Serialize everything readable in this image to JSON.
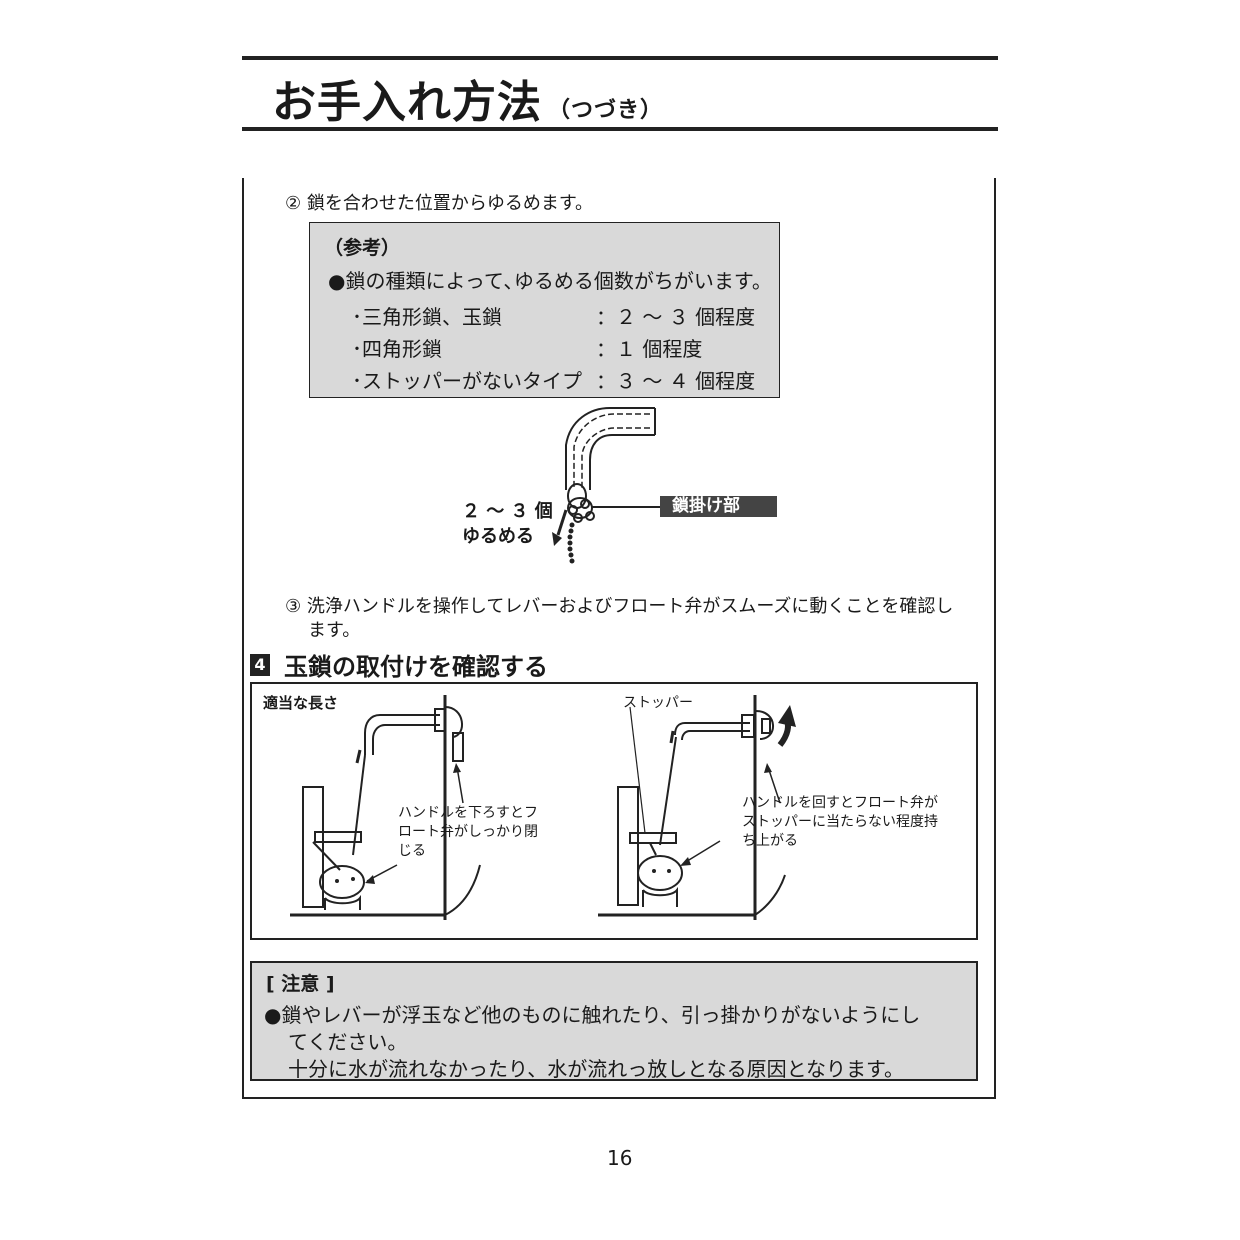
{
  "header": {
    "title": "お手入れ方法",
    "subtitle": "（つづき）"
  },
  "steps": {
    "step2": "② 鎖を合わせた位置からゆるめます。",
    "step3_line1": "③ 洗浄ハンドルを操作してレバーおよびフロート弁がスムーズに動くことを確認し",
    "step3_line2": "ます。"
  },
  "reference": {
    "heading": "（参考）",
    "bullet": "●鎖の種類によって､ゆるめる個数がちがいます。",
    "rows": [
      {
        "type": "･三角形鎖、玉鎖",
        "count": "：２ ～ ３ 個程度"
      },
      {
        "type": "･四角形鎖",
        "count": "：１ 個程度"
      },
      {
        "type": "･ストッパーがないタイプ",
        "count": "：３ ～ ４ 個程度"
      }
    ]
  },
  "chain_figure": {
    "loosen_line1": "２ ～ ３ 個",
    "loosen_line2": "ゆるめる",
    "hook_label": "鎖掛け部"
  },
  "section4": {
    "number": "4",
    "title": "玉鎖の取付けを確認する"
  },
  "figure_left": {
    "caption": "適当な長さ",
    "note_line1": "ハンドルを下ろすとフ",
    "note_line2": "ロート弁がしっかり閉",
    "note_line3": "じる"
  },
  "figure_right": {
    "stopper_label": "ストッパー",
    "note_line1": "ハンドルを回すとフロート弁が",
    "note_line2": "ストッパーに当たらない程度持",
    "note_line3": "ち上がる"
  },
  "caution": {
    "heading": "[ 注意 ]",
    "line1": "●鎖やレバーが浮玉など他のものに触れたり、引っ掛かりがないようにし",
    "line2": "てください。",
    "line3": "十分に水が流れなかったり、水が流れっ放しとなる原因となります。"
  },
  "footer": {
    "page_number": "16"
  }
}
